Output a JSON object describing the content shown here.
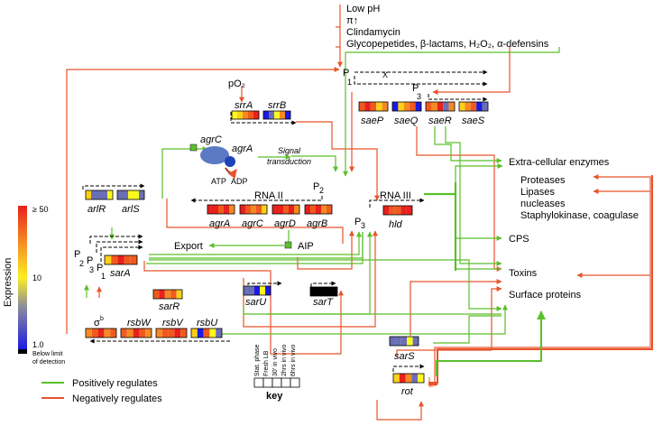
{
  "signals": {
    "low_ph": "Low pH",
    "pi_up": "π↑",
    "clindamycin": "Clindamycin",
    "glyco": "Glycopepetides, β-lactams, H₂O₂, α-defensins"
  },
  "po2": "pO₂",
  "promoters": {
    "p1_sae": "P",
    "p1_sae_sub": "1",
    "p3_sae": "P",
    "p3_sae_sub": "3",
    "x": "X",
    "p2_agr": "P",
    "p2_agr_sub": "2",
    "p3_agr": "P",
    "p3_agr_sub": "3",
    "p2_sar": "P",
    "p2_sar_sub": "2",
    "p3_sar": "P",
    "p3_sar_sub": "3",
    "p1_sar": "P",
    "p1_sar_sub": "1"
  },
  "genes": {
    "srrA": "srrA",
    "srrB": "srrB",
    "saeP": "saeP",
    "saeQ": "saeQ",
    "saeR": "saeR",
    "saeS": "saeS",
    "arlR": "arlR",
    "arlS": "arlS",
    "agrA": "agrA",
    "agrC": "agrC",
    "agrD": "agrD",
    "agrB": "agrB",
    "hld": "hld",
    "sarA": "sarA",
    "sarR": "sarR",
    "sarU": "sarU",
    "sarT": "sarT",
    "sigb": "σ",
    "sigb_sup": "b",
    "rsbW": "rsbW",
    "rsbV": "rsbV",
    "rsbU": "rsbU",
    "sarS": "sarS",
    "rot": "rot"
  },
  "agr_system": {
    "agrC": "agrC",
    "agrA": "agrA",
    "atp": "ATP",
    "adp": "ADP",
    "signal": "Signal",
    "transduction": "transduction",
    "rna2": "RNA II",
    "rna3": "RNA III",
    "export": "Export",
    "aip": "AIP"
  },
  "outputs": {
    "ece": "Extra-cellular enzymes",
    "proteases": "Proteases",
    "lipases": "Lipases",
    "nucleases": "nucleases",
    "staph": "Staphylokinase, coagulase",
    "cps": "CPS",
    "toxins": "Toxins",
    "surface": "Surface proteins"
  },
  "scale": {
    "title": "Expression",
    "top": "≥ 50",
    "mid": "10",
    "bottom": "1.0",
    "below1": "Below limit",
    "below2": "of detection"
  },
  "legend": {
    "pos": "Positively regulates",
    "neg": "Negatively regulates"
  },
  "key": {
    "title": "key",
    "cols": [
      "Stat. phase",
      "Fresh LB",
      "30' in vivo",
      "2hrs in vivo",
      "6hrs in vivo"
    ]
  },
  "colors": {
    "positive": "#5bbf2a",
    "negative": "#e8532b",
    "scale": [
      "#e8211d",
      "#f58a23",
      "#fdd017",
      "#fafa1e",
      "#6a6fb5",
      "#1a1ae6"
    ]
  },
  "expression": {
    "srrA": [
      4,
      3,
      2,
      1,
      0
    ],
    "srrB": [
      6,
      5,
      4,
      2,
      6
    ],
    "saeP": [
      1,
      0,
      1,
      3,
      2
    ],
    "saeQ": [
      6,
      3,
      2,
      1,
      6
    ],
    "saeR": [
      1,
      2,
      0,
      5,
      2
    ],
    "saeS": [
      3,
      2,
      1,
      6,
      5
    ],
    "arlR": [
      3,
      5,
      5,
      5,
      4
    ],
    "arlS": [
      5,
      5,
      4,
      4,
      5
    ],
    "agrA": [
      0,
      0,
      1,
      0,
      2
    ],
    "agrC": [
      0,
      1,
      2,
      1,
      3
    ],
    "agrD": [
      0,
      0,
      1,
      0,
      2
    ],
    "agrB": [
      0,
      1,
      0,
      2,
      1
    ],
    "hld": [
      0,
      1,
      1,
      0,
      0
    ],
    "sarA": [
      3,
      1,
      0,
      1,
      1
    ],
    "sarR": [
      1,
      0,
      2,
      1,
      3
    ],
    "sarU": [
      5,
      5,
      6,
      4,
      6
    ],
    "sarT": [
      7,
      7,
      7,
      7,
      7
    ],
    "sigb": [
      2,
      1,
      0,
      2,
      1
    ],
    "rsbW": [
      1,
      2,
      0,
      1,
      2
    ],
    "rsbV": [
      2,
      1,
      1,
      0,
      1
    ],
    "rsbU": [
      3,
      6,
      1,
      4,
      5
    ],
    "sarS": [
      5,
      5,
      5,
      4,
      5
    ],
    "rot": [
      3,
      0,
      2,
      5,
      4
    ]
  }
}
